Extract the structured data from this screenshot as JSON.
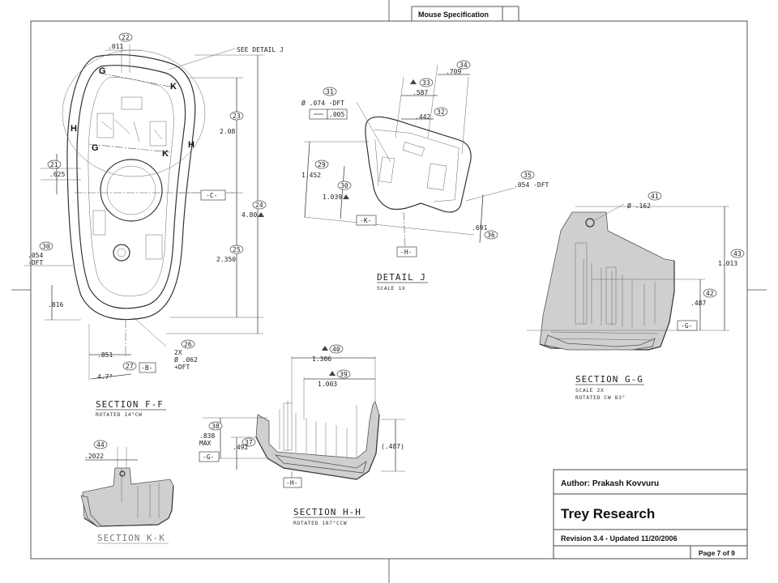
{
  "sheet": {
    "header_title": "Mouse Specification"
  },
  "title_block": {
    "author": "Author: Prakash Kovvuru",
    "company": "Trey Research",
    "revision": "Revision 3.4 - Updated 11/20/2006",
    "page": "Page 7 of 9"
  },
  "section_ff": {
    "title": "SECTION  F-F",
    "subtitle": "ROTATED 14°CW",
    "cut_labels": [
      "G",
      "G",
      "H",
      "H",
      "K",
      "K"
    ],
    "datums": [
      "-C-",
      "-B-"
    ],
    "notes": [
      "SEE DETAIL  J",
      "2X",
      "Ø .062",
      "+DFT",
      "-DFT"
    ],
    "dims": [
      {
        "bubble": "22",
        "value": ".011"
      },
      {
        "bubble": "23",
        "value": "2.08"
      },
      {
        "bubble": "24",
        "value": "4.80"
      },
      {
        "bubble": "25",
        "value": "2.350"
      },
      {
        "bubble": "21",
        "value": ".625"
      },
      {
        "bubble": "30",
        "value": ".054"
      },
      {
        "bubble": "",
        "value": ".816"
      },
      {
        "bubble": "",
        "value": ".851"
      },
      {
        "bubble": "26",
        "value": ""
      },
      {
        "bubble": "27",
        "value": "4.7°"
      }
    ]
  },
  "detail_j": {
    "title": "DETAIL   J",
    "subtitle": "SCALE  1X",
    "datums": [
      "-K-",
      "-H-"
    ],
    "notes": [
      "Ø .074 -DFT",
      ".005",
      ".054 -DFT"
    ],
    "dims": [
      {
        "bubble": "31",
        "value": ""
      },
      {
        "bubble": "33",
        "value": ".587"
      },
      {
        "bubble": "34",
        "value": ".709"
      },
      {
        "bubble": "32",
        "value": ".442"
      },
      {
        "bubble": "29",
        "value": "1.452"
      },
      {
        "bubble": "30",
        "value": "1.039"
      },
      {
        "bubble": "35",
        "value": ""
      },
      {
        "bubble": "36",
        "value": ".691"
      }
    ]
  },
  "section_gg": {
    "title": "SECTION  G-G",
    "subtitle_lines": [
      "SCALE  2X",
      "ROTATED CW 83°"
    ],
    "datum": "-G-",
    "dims": [
      {
        "bubble": "41",
        "value": "Ø .162"
      },
      {
        "bubble": "43",
        "value": "1.013"
      },
      {
        "bubble": "42",
        "value": ".487"
      }
    ]
  },
  "section_hh": {
    "title": "SECTION  H-H",
    "subtitle": "ROTATED 187°CCW",
    "datums": [
      "-G-",
      "-H-"
    ],
    "dims": [
      {
        "bubble": "40",
        "value": "1.306"
      },
      {
        "bubble": "39",
        "value": "1.003"
      },
      {
        "bubble": "38",
        "value": ".838"
      },
      {
        "bubble": "",
        "value": "MAX"
      },
      {
        "bubble": "37",
        "value": ".492"
      },
      {
        "bubble": "",
        "value": "(.487)"
      }
    ]
  },
  "section_kk": {
    "title": "SECTION  K-K",
    "dims": [
      {
        "bubble": "44",
        "value": ".2022"
      }
    ]
  }
}
